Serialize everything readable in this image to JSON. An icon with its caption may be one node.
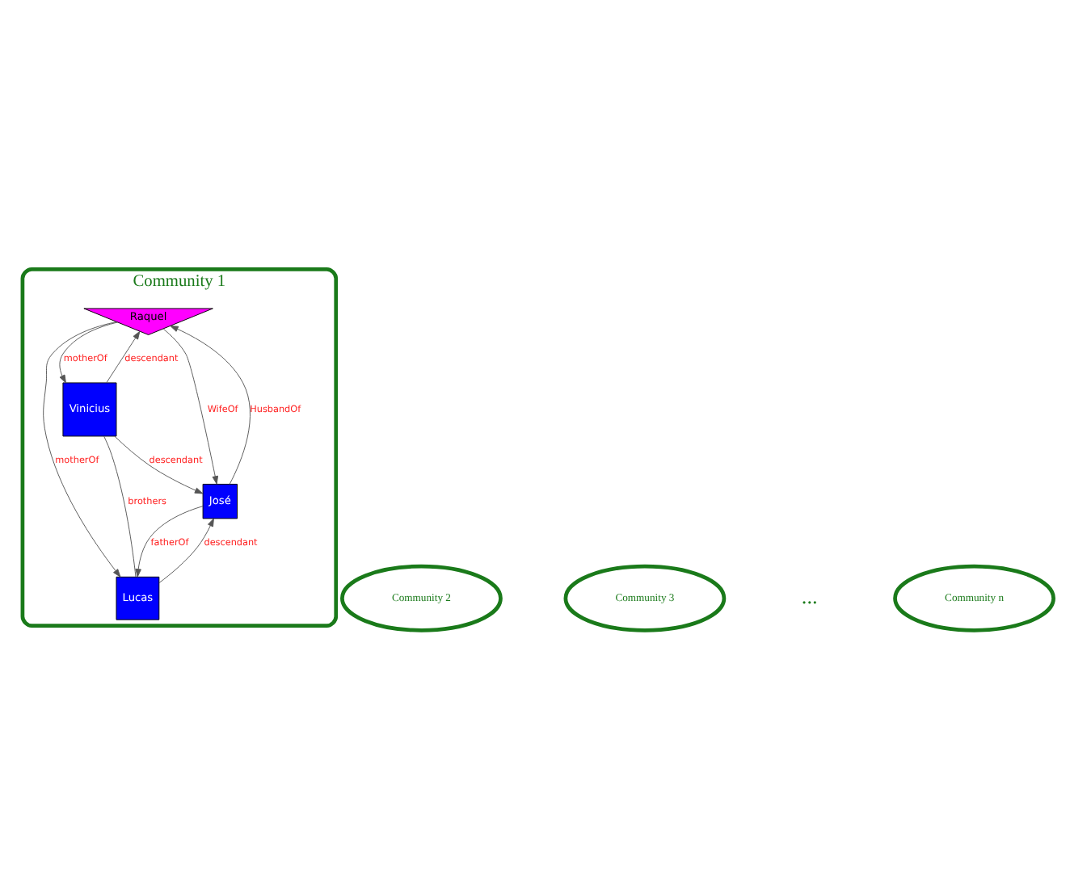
{
  "diagram": {
    "nodes": [
      {
        "text": [
          "Community 1"
        ]
      },
      {
        "text": [
          "Raquel"
        ],
        "in": 0
      },
      {
        "text": [
          "Vinicius"
        ],
        "in": 0
      },
      {
        "text": [
          "Lucas"
        ],
        "in": 0
      },
      {
        "text": [
          "José"
        ],
        "in": 0
      },
      {
        "text": [
          "Community 2"
        ]
      },
      {
        "text": [
          "Community 3"
        ]
      },
      {
        "text": [
          "Community n"
        ]
      }
    ],
    "edges": [
      {
        "from": 1,
        "to": 2,
        "arrow": "to",
        "label": "motherOf"
      },
      {
        "from": 2,
        "to": 1,
        "arrow": "to",
        "label": "descendant"
      },
      {
        "from": 1,
        "to": 4,
        "arrow": "to",
        "label": "WifeOf"
      },
      {
        "from": 4,
        "to": 1,
        "arrow": "to",
        "label": "HusbandOf"
      },
      {
        "from": 2,
        "to": 4,
        "arrow": "to",
        "label": "descendant"
      },
      {
        "from": 1,
        "to": 3,
        "arrow": "to",
        "label": "motherOf"
      },
      {
        "from": 3,
        "to": 4,
        "arrow": "to",
        "label": "descendant"
      },
      {
        "from": 4,
        "to": 3,
        "arrow": "to",
        "label": "fatherOf"
      },
      {
        "from": 2,
        "to": 3,
        "arrow": "none",
        "label": "brothers"
      }
    ],
    "labels": [
      "..."
    ]
  }
}
